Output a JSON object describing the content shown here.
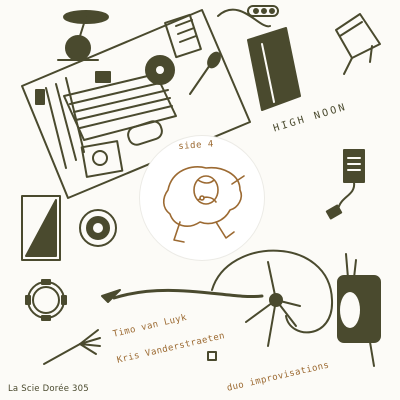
{
  "colors": {
    "background": "#fcfbf7",
    "ink": "#4a4a2e",
    "label_ink": "#9c6a32",
    "disc": "#ffffff"
  },
  "record": {
    "side": "side 4",
    "title": "HIGH NOON",
    "artists": [
      "Timo van Luyk",
      "Kris Vanderstraeten"
    ],
    "subtitle": "duo improvisations",
    "label": "La Scie Dorée 305"
  },
  "icons": [
    "cymbal-icon",
    "table-icon",
    "zither-icon",
    "tape-reel-icon",
    "speaker-icon",
    "music-box-icon",
    "piano-icon",
    "cable-icon",
    "triangle-icon",
    "roll-icon",
    "tambourine-icon",
    "microphone-stand-icon",
    "brushes-icon",
    "amplifier-icon",
    "plug-icon",
    "tom-drum-icon"
  ]
}
